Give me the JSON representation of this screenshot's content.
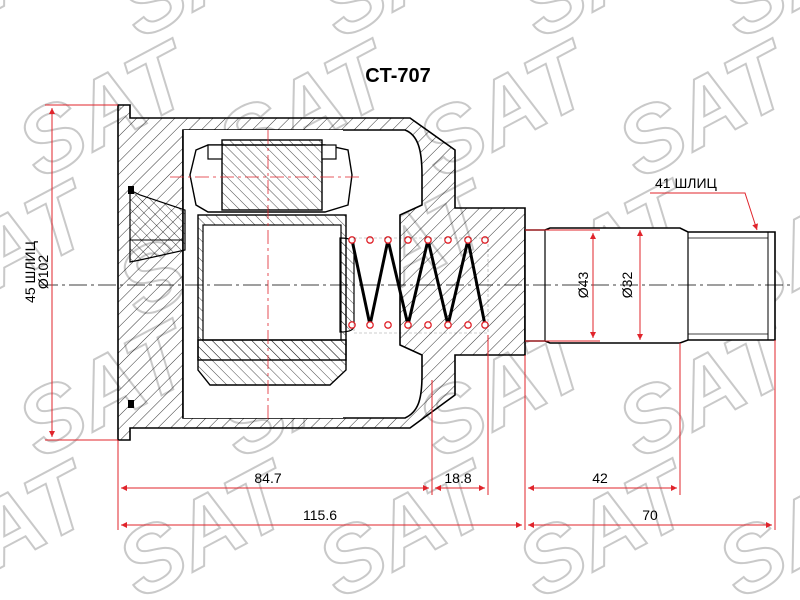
{
  "diagram": {
    "part_number": "CT-707",
    "watermark_text": "SAT",
    "shaft_spline_label": "41 ШЛИЦ",
    "housing_spline_label": "45 ШЛИЦ",
    "housing_diameter": "Ø102",
    "shaft_diameter_large": "Ø43",
    "shaft_diameter_small": "Ø32",
    "dim_cup_length": "84.7",
    "dim_neck_length": "18.8",
    "dim_shaft_segment": "42",
    "dim_body_length": "115.6",
    "dim_shaft_length": "70"
  },
  "colors": {
    "outline": "#000000",
    "dimension": "#e0242b",
    "watermark": "#c9c9c9"
  }
}
